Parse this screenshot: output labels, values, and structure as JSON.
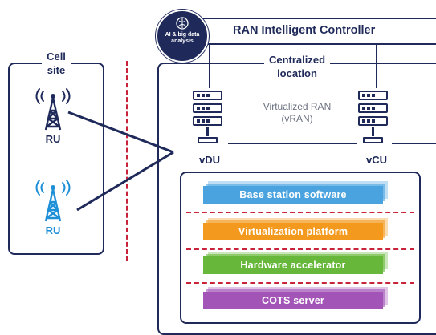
{
  "ric": {
    "title": "RAN Intelligent Controller",
    "ai_badge": [
      "AI & big data",
      "analysis"
    ]
  },
  "cell_site": {
    "title_line1": "Cell",
    "title_line2": "site",
    "ru_top_label": "RU",
    "ru_bottom_label": "RU"
  },
  "centralized": {
    "title_line1": "Centralized",
    "title_line2": "location",
    "vran_line1": "Virtualized RAN",
    "vran_line2": "(vRAN)",
    "vdu_label": "vDU",
    "vcu_label": "vCU"
  },
  "layers": [
    {
      "label": "Base station software",
      "color": "#4aa3df"
    },
    {
      "label": "Virtualization platform",
      "color": "#f39a1e"
    },
    {
      "label": "Hardware accelerator",
      "color": "#67b83a"
    },
    {
      "label": "COTS server",
      "color": "#a355b7"
    }
  ],
  "colors": {
    "navy": "#1f2a5a",
    "red_dash": "#c8233a",
    "ru_blue": "#1e90d8"
  }
}
